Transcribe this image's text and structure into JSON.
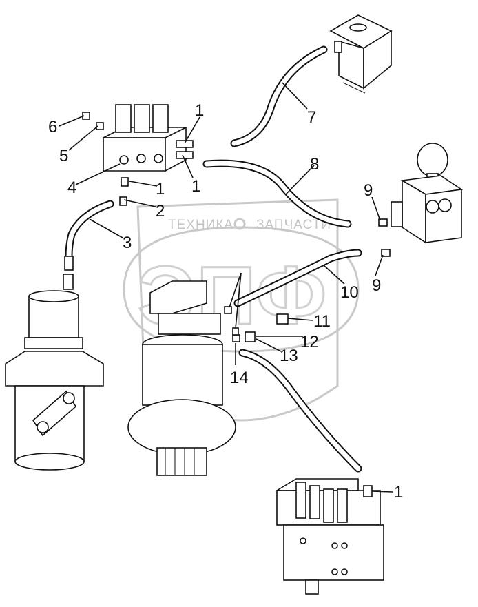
{
  "watermark": {
    "left_word": "ТЕХНИКА",
    "right_word": "ЗАПЧАСТИ",
    "logo_letters": "ЭПФ"
  },
  "callouts": [
    {
      "id": "c1a",
      "label": "1"
    },
    {
      "id": "c1b",
      "label": "1"
    },
    {
      "id": "c1c",
      "label": "1"
    },
    {
      "id": "c1d",
      "label": "1"
    },
    {
      "id": "c2",
      "label": "2"
    },
    {
      "id": "c3",
      "label": "3"
    },
    {
      "id": "c4",
      "label": "4"
    },
    {
      "id": "c5",
      "label": "5"
    },
    {
      "id": "c6",
      "label": "6"
    },
    {
      "id": "c7",
      "label": "7"
    },
    {
      "id": "c8",
      "label": "8"
    },
    {
      "id": "c9a",
      "label": "9"
    },
    {
      "id": "c9b",
      "label": "9"
    },
    {
      "id": "c10",
      "label": "10"
    },
    {
      "id": "c11",
      "label": "11"
    },
    {
      "id": "c12",
      "label": "12"
    },
    {
      "id": "c13",
      "label": "13"
    },
    {
      "id": "c14",
      "label": "14"
    }
  ]
}
